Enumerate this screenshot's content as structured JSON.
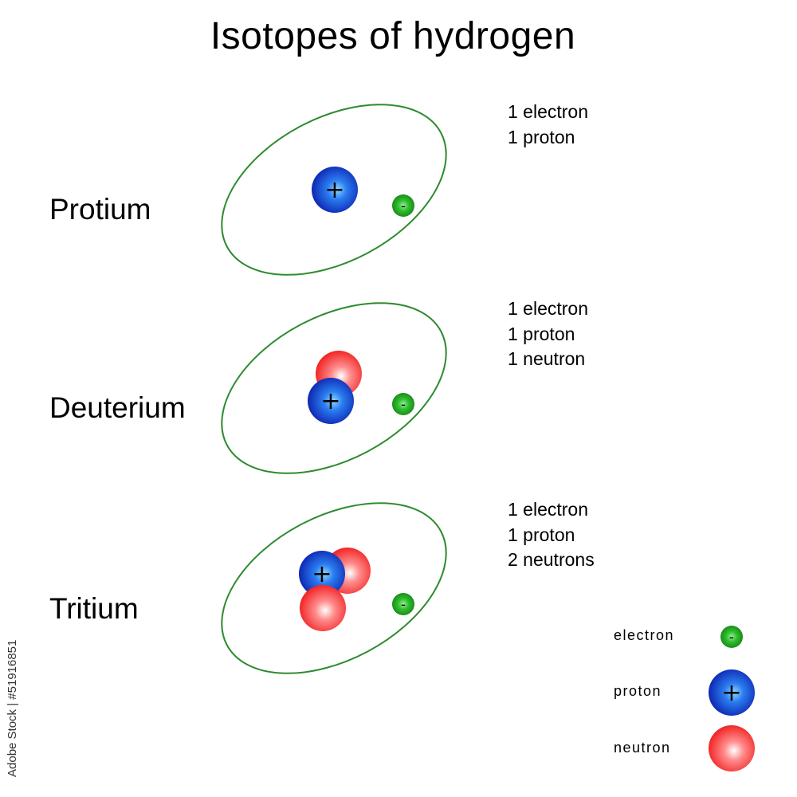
{
  "title": "Isotopes of hydrogen",
  "isotopes": [
    {
      "name": "Protium",
      "lines": [
        "1 electron",
        "1 proton"
      ]
    },
    {
      "name": "Deuterium",
      "lines": [
        "1 electron",
        "1 proton",
        "1 neutron"
      ]
    },
    {
      "name": "Tritium",
      "lines": [
        "1 electron",
        "1 proton",
        "2 neutrons"
      ]
    }
  ],
  "legend": {
    "electron": "electron",
    "proton": "proton",
    "neutron": "neutron"
  },
  "symbols": {
    "proton": "+",
    "electron": "-"
  },
  "credit": "Adobe Stock | #51916851",
  "colors": {
    "orbit": "#2e8b2e",
    "proton": "#1a2fd0",
    "neutron": "#ff2a2a",
    "electron": "#1aa01a"
  }
}
